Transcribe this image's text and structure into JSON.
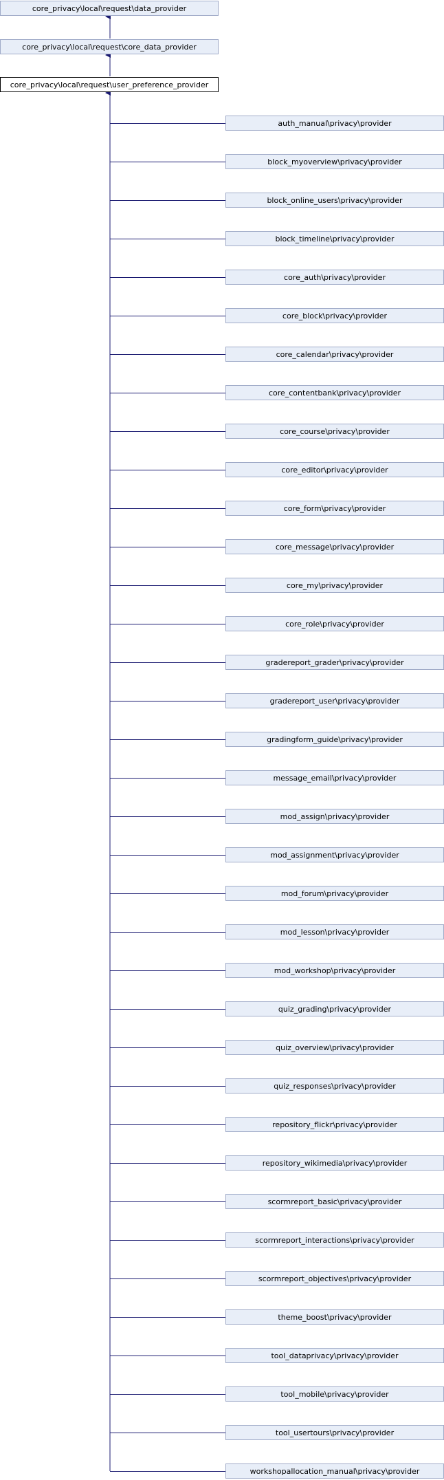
{
  "colors": {
    "edge": "#191970",
    "node_fill": "#E8EEF8",
    "node_border": "#A0ABC8",
    "focus_fill": "#FFFFFF",
    "focus_border": "#000000"
  },
  "ancestors": [
    "core_privacy\\local\\request\\data_provider",
    "core_privacy\\local\\request\\core_data_provider"
  ],
  "focus": "core_privacy\\local\\request\\user_preference_provider",
  "children": [
    "auth_manual\\privacy\\provider",
    "block_myoverview\\privacy\\provider",
    "block_online_users\\privacy\\provider",
    "block_timeline\\privacy\\provider",
    "core_auth\\privacy\\provider",
    "core_block\\privacy\\provider",
    "core_calendar\\privacy\\provider",
    "core_contentbank\\privacy\\provider",
    "core_course\\privacy\\provider",
    "core_editor\\privacy\\provider",
    "core_form\\privacy\\provider",
    "core_message\\privacy\\provider",
    "core_my\\privacy\\provider",
    "core_role\\privacy\\provider",
    "gradereport_grader\\privacy\\provider",
    "gradereport_user\\privacy\\provider",
    "gradingform_guide\\privacy\\provider",
    "message_email\\privacy\\provider",
    "mod_assign\\privacy\\provider",
    "mod_assignment\\privacy\\provider",
    "mod_forum\\privacy\\provider",
    "mod_lesson\\privacy\\provider",
    "mod_workshop\\privacy\\provider",
    "quiz_grading\\privacy\\provider",
    "quiz_overview\\privacy\\provider",
    "quiz_responses\\privacy\\provider",
    "repository_flickr\\privacy\\provider",
    "repository_wikimedia\\privacy\\provider",
    "scormreport_basic\\privacy\\provider",
    "scormreport_interactions\\privacy\\provider",
    "scormreport_objectives\\privacy\\provider",
    "theme_boost\\privacy\\provider",
    "tool_dataprivacy\\privacy\\provider",
    "tool_mobile\\privacy\\provider",
    "tool_usertours\\privacy\\provider",
    "workshopallocation_manual\\privacy\\provider"
  ]
}
